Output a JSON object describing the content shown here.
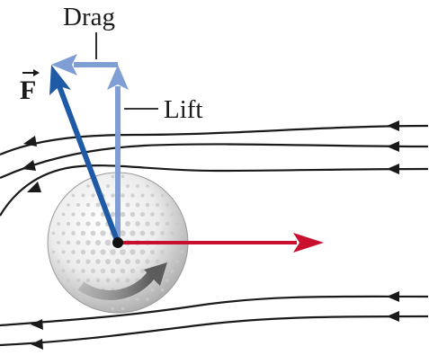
{
  "diagram": {
    "labels": {
      "drag": "Drag",
      "lift": "Lift",
      "force": "F"
    },
    "colors": {
      "streamline": "#1a1a1a",
      "force_arrow": "#1f5aa6",
      "component_arrows": "#7f9fd4",
      "velocity_arrow": "#c8102e",
      "spin_arrow": "#6b6b6b",
      "ball": "#e6e6e6",
      "dimples": "#c9c9c9"
    },
    "icons": {
      "ball": "golf-ball",
      "spin": "curved-rotation-arrow",
      "flow_direction": "leftward-arrowheads"
    }
  }
}
